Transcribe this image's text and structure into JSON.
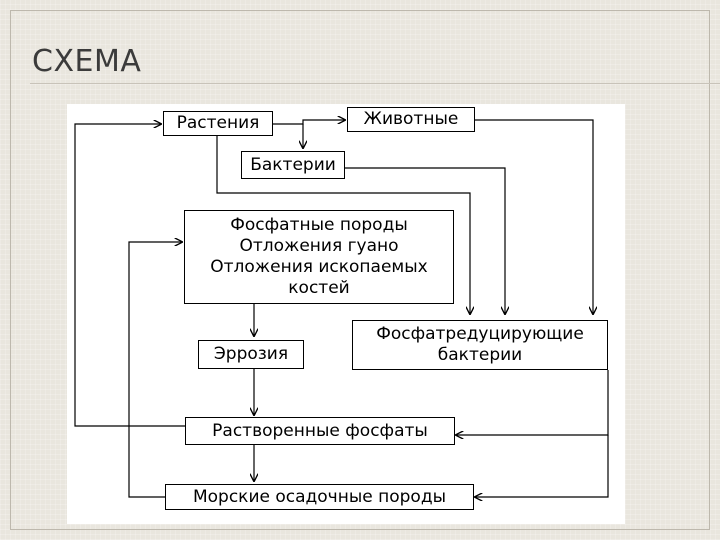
{
  "slide": {
    "title": "СХЕМА"
  },
  "diagram": {
    "nodes": {
      "plants": "Растения",
      "animals": "Животные",
      "bacteria": "Бактерии",
      "phosphate_rocks": [
        "Фосфатные породы",
        "Отложения гуано",
        "Отложения ископаемых",
        "костей"
      ],
      "erosion": "Эррозия",
      "phosphate_reducing_bacteria": [
        "Фосфатредуцирующие",
        "бактерии"
      ],
      "dissolved_phosphates": "Растворенные фосфаты",
      "marine_sedimentary_rocks": "Морские осадочные породы"
    }
  }
}
